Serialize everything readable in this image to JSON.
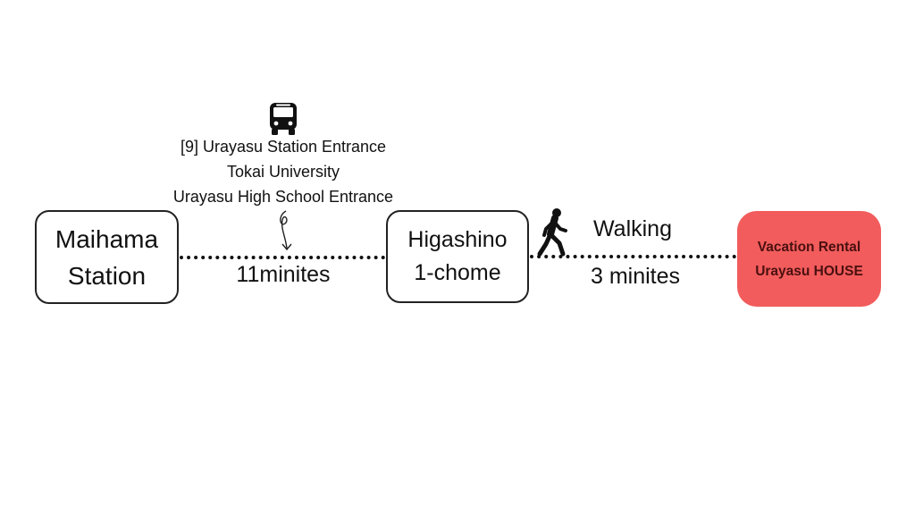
{
  "stops": {
    "start": {
      "lines": [
        "Maihama",
        "Station"
      ]
    },
    "transfer": {
      "lines": [
        "Higashino",
        "1-chome"
      ]
    },
    "destination": {
      "lines": [
        "Vacation Rental",
        "Urayasu HOUSE"
      ],
      "color": "#f25c5c"
    }
  },
  "bus_leg": {
    "icon": "bus-icon",
    "route_lines": [
      "[9] Urayasu Station Entrance",
      "Tokai University",
      "Urayasu High School Entrance"
    ],
    "duration": "11minites"
  },
  "walk_leg": {
    "icon": "walking-person-icon",
    "mode": "Walking",
    "duration": "3 minites"
  }
}
